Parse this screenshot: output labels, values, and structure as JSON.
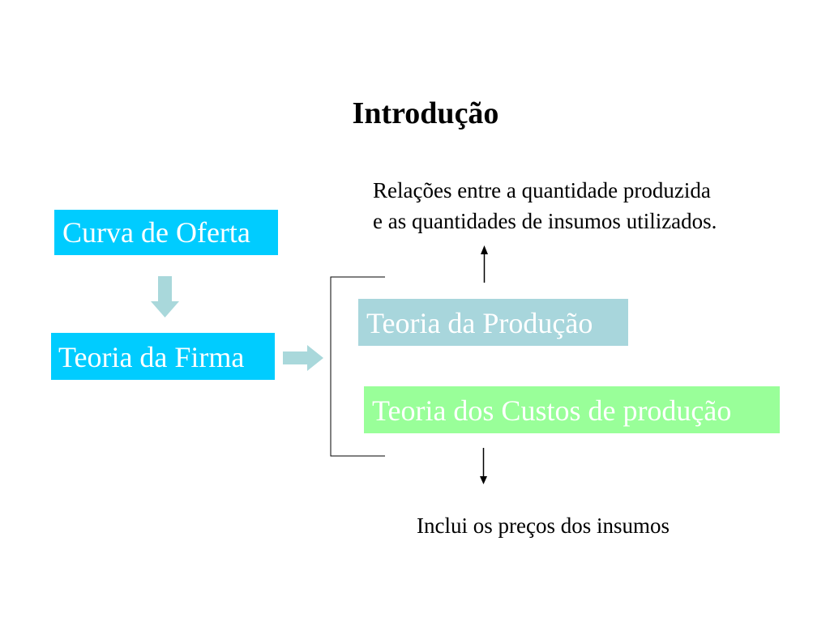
{
  "slide": {
    "title": "Introdução"
  },
  "boxes": {
    "curva_de_oferta": "Curva de Oferta",
    "teoria_da_firma": "Teoria da Firma",
    "teoria_da_producao": "Teoria da Produção",
    "teoria_dos_custos": "Teoria dos Custos de produção"
  },
  "notes": {
    "relacoes_line1": "Relações entre a quantidade produzida",
    "relacoes_line2": "e as quantidades de insumos utilizados.",
    "inclui": "Inclui os preços dos insumos"
  },
  "colors": {
    "cyan_box": "#00ccff",
    "light_teal_box": "#a8d6dc",
    "light_green_box": "#99ff99",
    "block_arrow": "#a9d8db",
    "text": "#000000",
    "box_text": "#ffffff"
  },
  "icons": {
    "down_block_arrow": "down-block-arrow-icon",
    "right_block_arrow": "right-block-arrow-icon",
    "up_arrow": "up-arrow-icon",
    "down_arrow": "down-arrow-icon"
  }
}
